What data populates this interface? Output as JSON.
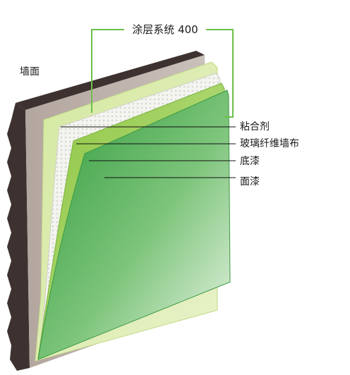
{
  "diagram": {
    "system_title": "涂层系统 400",
    "wall_label": "墙面",
    "layers": [
      {
        "label": "粘合剂",
        "color": "#d9e8a6"
      },
      {
        "label": "玻璃纤维墙布",
        "color": "#f2f2ee"
      },
      {
        "label": "底漆",
        "color": "#a8d070"
      },
      {
        "label": "面漆",
        "color": "#4caf50"
      }
    ],
    "colors": {
      "bracket": "#6cc04a",
      "wall_face": "#bfb3ad",
      "wall_edge": "#3d3230",
      "leader_line": "#111111"
    }
  }
}
